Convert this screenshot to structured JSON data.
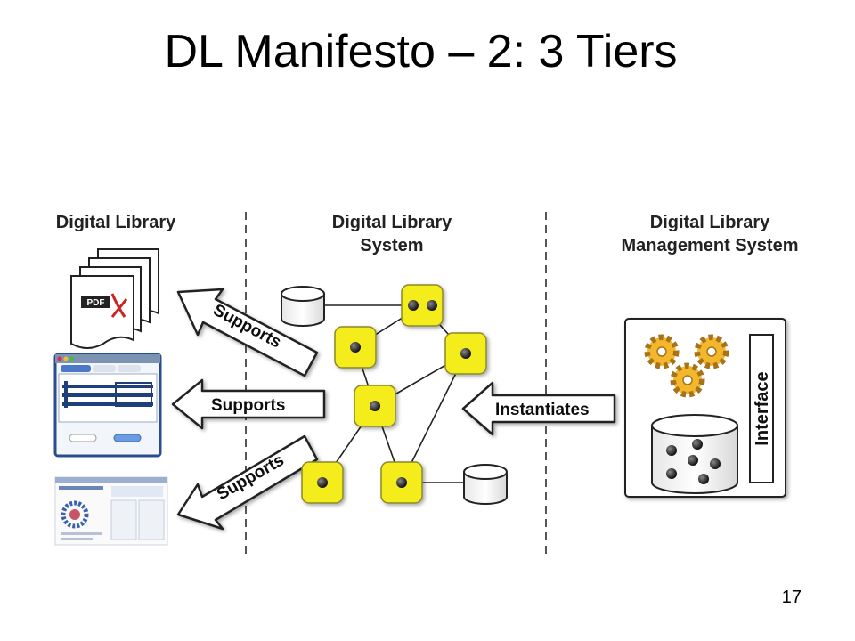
{
  "slide": {
    "title": "DL Manifesto – 2: 3 Tiers",
    "number": "17"
  },
  "columns": {
    "dl": {
      "label": "Digital Library"
    },
    "dls": {
      "line1": "Digital Library",
      "line2": "System"
    },
    "dlms": {
      "line1": "Digital Library",
      "line2": "Management System"
    }
  },
  "arrows": {
    "supports_top": "Supports",
    "supports_mid": "Supports",
    "supports_bottom": "Supports",
    "instantiates": "Instantiates"
  },
  "dlms_box": {
    "interface_label": "Interface"
  },
  "documents": {
    "pdf_label": "PDF"
  },
  "colors": {
    "node_fill": "#f5ec1e",
    "node_stroke": "#8a8a2a",
    "gear_fill": "#f3b72d",
    "arrow_fill": "#ffffff",
    "divider": "#555555"
  }
}
